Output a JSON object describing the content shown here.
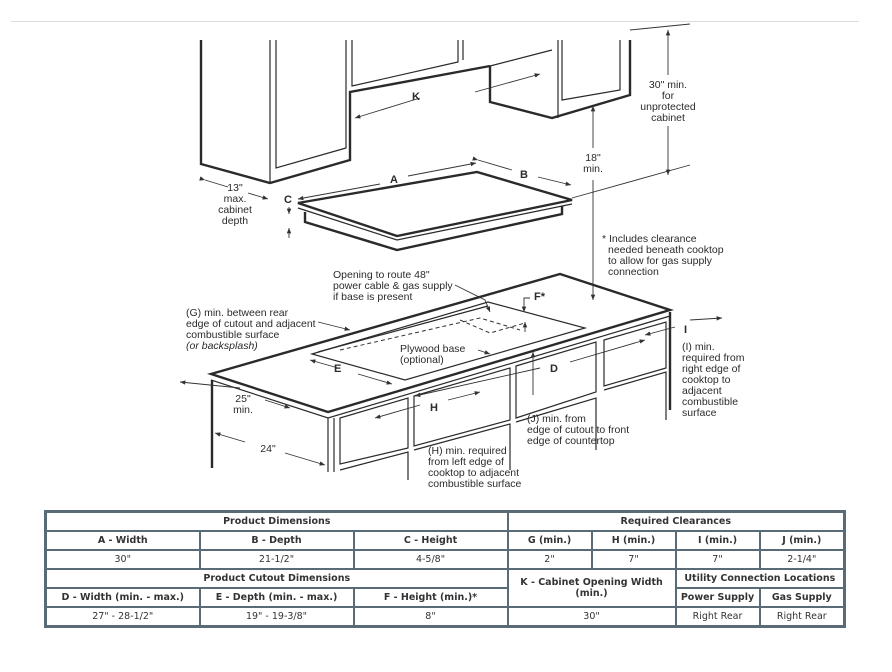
{
  "diagram": {
    "labels": {
      "A": "A",
      "B": "B",
      "C": "C",
      "D": "D",
      "E": "E",
      "F": "F*",
      "H": "H",
      "I": "I",
      "K": "K"
    },
    "annotations": {
      "cabinet_depth": [
        "13\"",
        "max.",
        "cabinet",
        "depth"
      ],
      "unprotected_cabinet": [
        "30\" min.",
        "for",
        "unprotected",
        "cabinet"
      ],
      "min_18": [
        "18\"",
        "min."
      ],
      "includes_clearance": [
        "* Includes clearance",
        "needed beneath cooktop",
        "to allow for gas supply",
        "connection"
      ],
      "opening_route": [
        "Opening to route 48\"",
        "power cable & gas supply",
        "if base is present"
      ],
      "g_note": [
        "(G) min. between rear",
        "edge of cutout and adjacent",
        "combustible surface"
      ],
      "g_note_italic": "(or backsplash)",
      "plywood": [
        "Plywood base",
        "(optional)"
      ],
      "i_note": [
        "(I) min.",
        "required from",
        "right edge of",
        "cooktop to",
        "adjacent",
        "combustible",
        "surface"
      ],
      "j_note": [
        "(J) min. from",
        "edge of cutout to front",
        "edge of countertop"
      ],
      "h_note": [
        "(H) min. required",
        "from left edge of",
        "cooktop to adjacent",
        "combustible surface"
      ],
      "depth_25": [
        "25\"",
        "min."
      ],
      "depth_24": "24\""
    }
  },
  "table": {
    "product_dimensions": {
      "title": "Product Dimensions",
      "headers": [
        "A - Width",
        "B - Depth",
        "C - Height"
      ],
      "values": [
        "30\"",
        "21-1/2\"",
        "4-5/8\""
      ]
    },
    "required_clearances": {
      "title": "Required Clearances",
      "headers": [
        "G (min.)",
        "H (min.)",
        "I (min.)",
        "J (min.)"
      ],
      "values": [
        "2\"",
        "7\"",
        "7\"",
        "2-1/4\""
      ]
    },
    "cutout_dimensions": {
      "title": "Product Cutout Dimensions",
      "headers": [
        "D - Width (min. - max.)",
        "E - Depth (min. - max.)",
        "F - Height (min.)*"
      ],
      "values": [
        "27\" - 28-1/2\"",
        "19\" - 19-3/8\"",
        "8\""
      ]
    },
    "cabinet_opening": {
      "title": "K - Cabinet Opening Width (min.)",
      "value": "30\""
    },
    "utility_connections": {
      "title": "Utility Connection Locations",
      "headers": [
        "Power Supply",
        "Gas Supply"
      ],
      "values": [
        "Right Rear",
        "Right Rear"
      ]
    }
  }
}
